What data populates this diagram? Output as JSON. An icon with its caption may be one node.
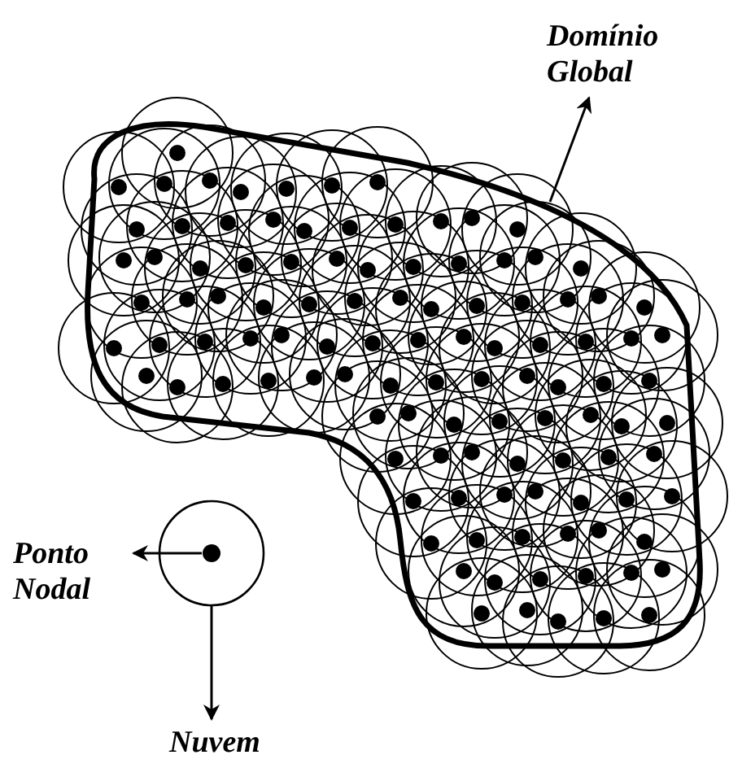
{
  "diagram": {
    "nodes": [
      {
        "text": [
          "Domínio Global"
        ]
      },
      {
        "text": [
          "Ponto Nodal"
        ]
      },
      {
        "text": [
          "Nuvem"
        ]
      },
      {
        "text": [],
        "shape": "picture"
      },
      {
        "text": [],
        "shape": "circle",
        "in": 5
      },
      {
        "text": [],
        "shape": "circle"
      }
    ],
    "edges": [
      {
        "from": 3,
        "to": 0,
        "arrow": "to"
      },
      {
        "from": 4,
        "to": 1,
        "arrow": "to"
      },
      {
        "from": 5,
        "to": 2,
        "arrow": "to"
      }
    ]
  }
}
